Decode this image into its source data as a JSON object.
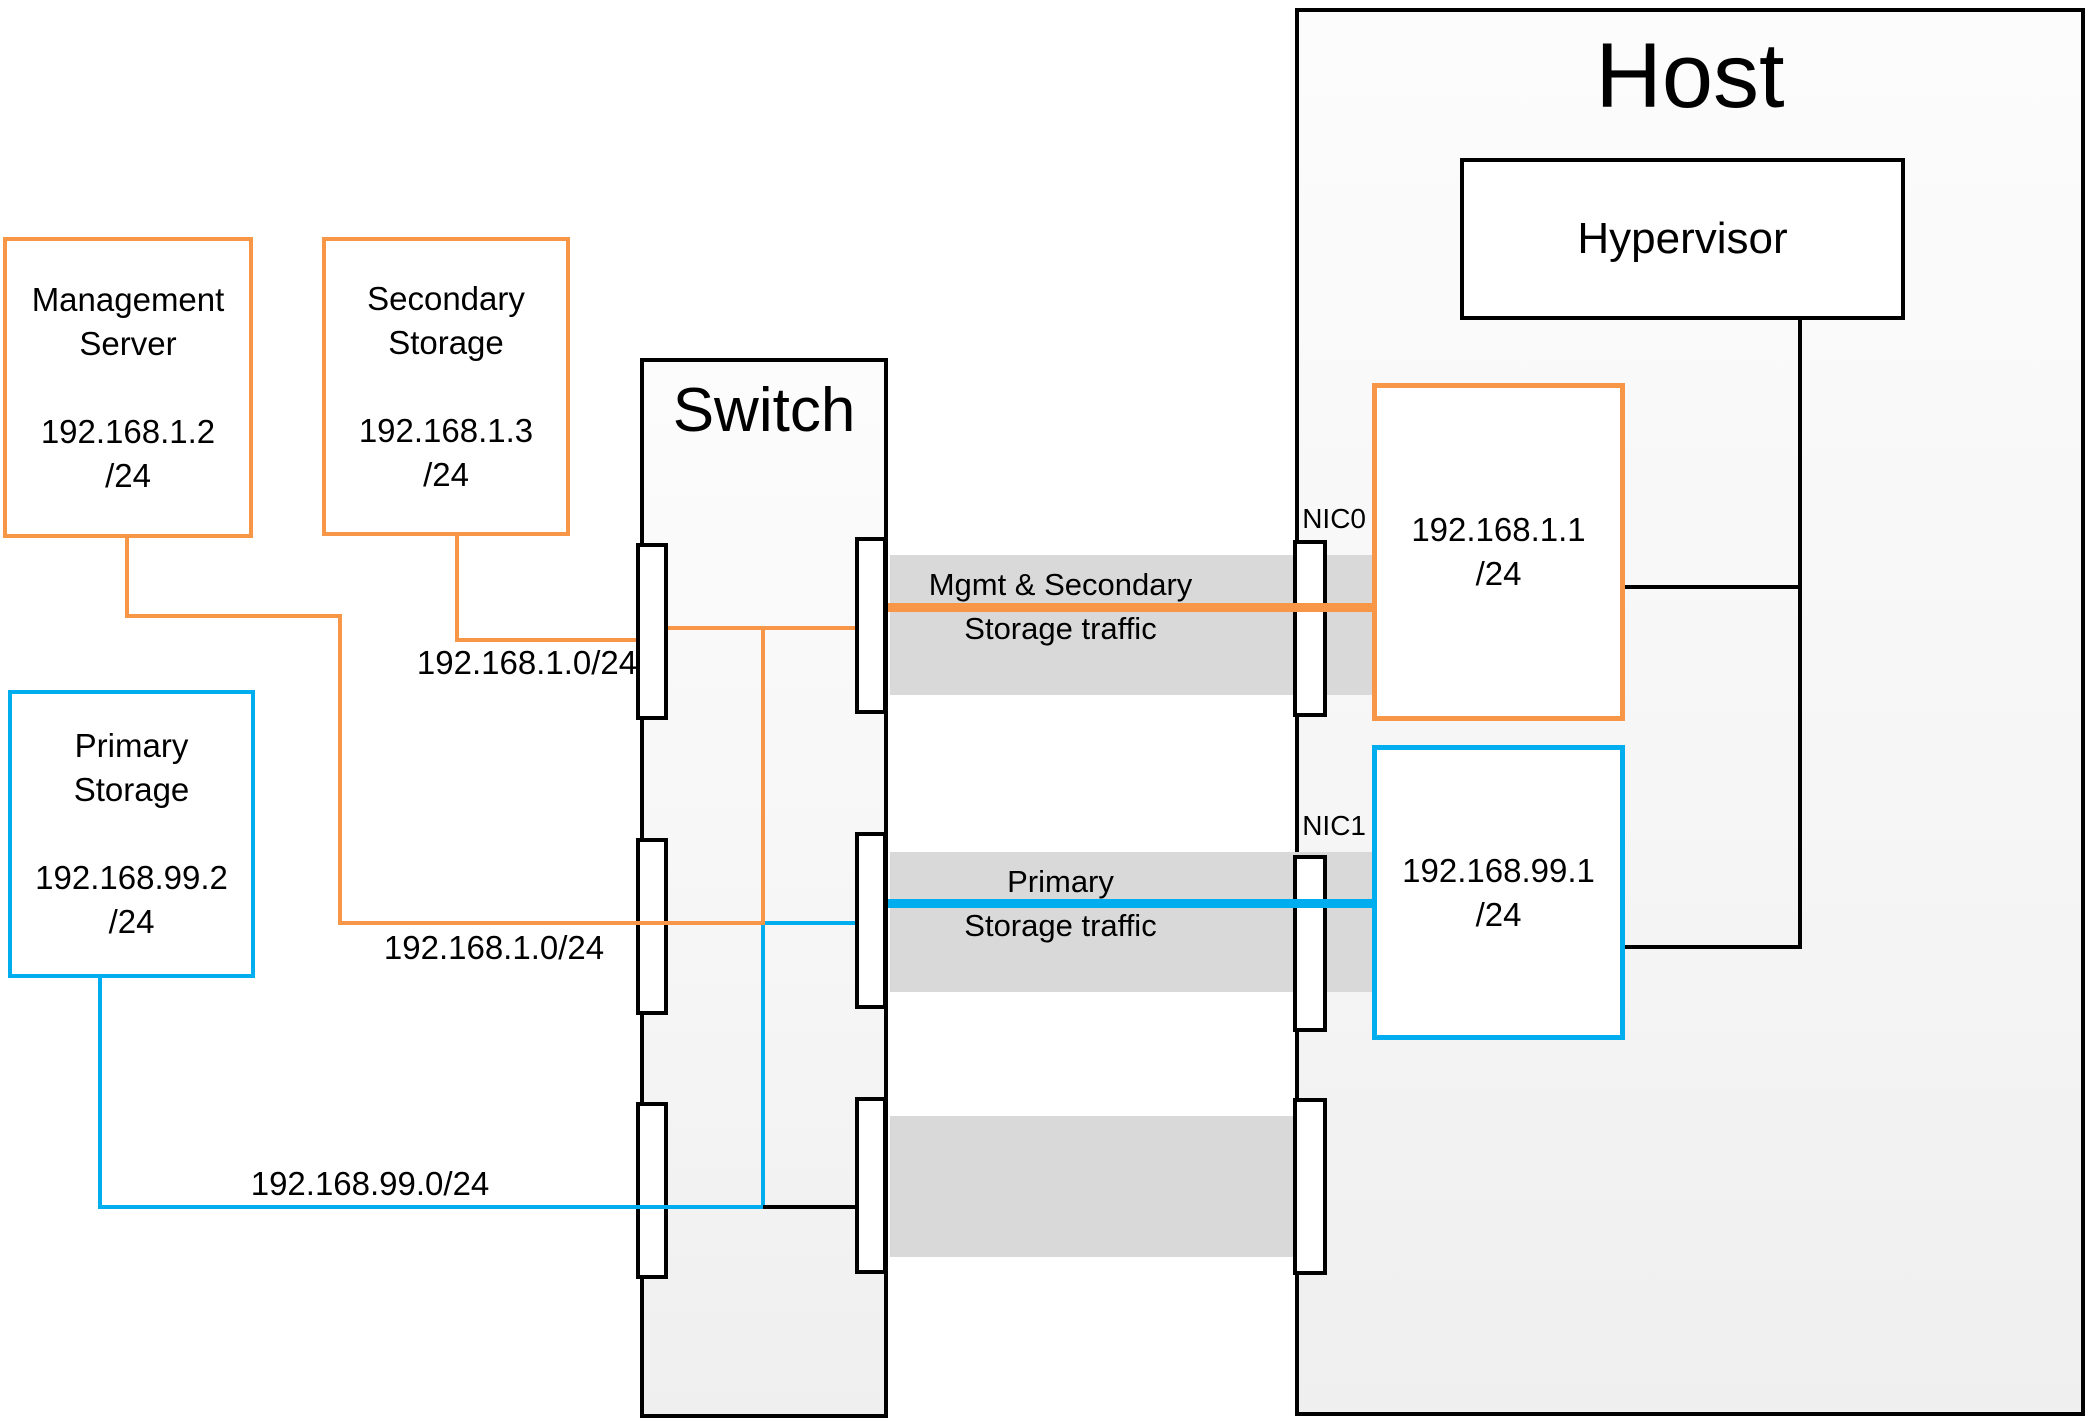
{
  "colors": {
    "orange": "#F79646",
    "blue": "#00AEEF",
    "band": "#D9D9D9",
    "black": "#000000"
  },
  "nodes": {
    "management": {
      "name": "Management\nServer",
      "ip": "192.168.1.2\n/24"
    },
    "secondary": {
      "name": "Secondary\nStorage",
      "ip": "192.168.1.3\n/24"
    },
    "primary": {
      "name": "Primary\nStorage",
      "ip": "192.168.99.2\n/24"
    },
    "switch": {
      "title": "Switch"
    },
    "host": {
      "title": "Host"
    },
    "hypervisor": {
      "title": "Hypervisor"
    },
    "nic0": {
      "label": "NIC0",
      "ip": "192.168.1.1\n/24"
    },
    "nic1": {
      "label": "NIC1",
      "ip": "192.168.99.1\n/24"
    }
  },
  "network_labels": {
    "subnet_top": "192.168.1.0/24",
    "subnet_mid": "192.168.1.0/24",
    "subnet_storage": "192.168.99.0/24"
  },
  "traffic": {
    "mgmt": "Mgmt & Secondary\nStorage traffic",
    "primary": "Primary\nStorage traffic"
  }
}
